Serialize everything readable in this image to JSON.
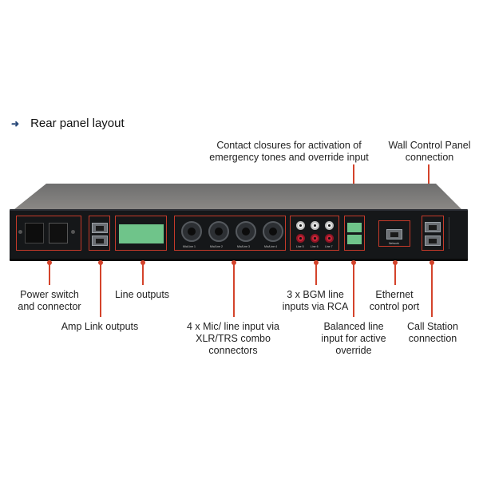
{
  "heading": {
    "icon": "arrow-right-icon",
    "title": "Rear panel layout"
  },
  "accent_color": "#d4432b",
  "callouts": {
    "contact_closures": [
      "Contact closures for activation of",
      "emergency tones and override input"
    ],
    "wall_control": [
      "Wall Control Panel",
      "connection"
    ],
    "power": [
      "Power switch",
      "and connector"
    ],
    "amp_link": [
      "Amp Link outputs"
    ],
    "line_outputs": [
      "Line outputs"
    ],
    "mic_line": [
      "4 x Mic/ line input via",
      "XLR/TRS combo",
      "connectors"
    ],
    "bgm": [
      "3 x BGM line",
      "inputs via RCA"
    ],
    "balanced": [
      "Balanced line",
      "input for active",
      "override"
    ],
    "ethernet": [
      "Ethernet",
      "control port"
    ],
    "call_station": [
      "Call Station",
      "connection"
    ]
  },
  "device": {
    "mic_labels": [
      "Mic/Line 1",
      "Mic/Line 2",
      "Mic/Line 3",
      "Mic/Line 4"
    ],
    "rca_labels": [
      "Line 5",
      "Line 6",
      "Line 7"
    ],
    "network_label": "Network"
  }
}
